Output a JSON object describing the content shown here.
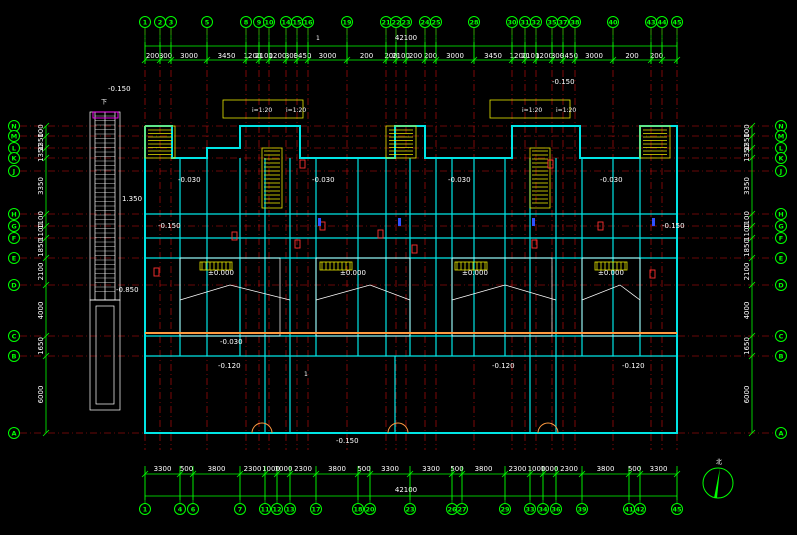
{
  "drawing": {
    "top_axes": [
      "1",
      "2",
      "3",
      "5",
      "8",
      "9",
      "10",
      "14",
      "15",
      "16",
      "19",
      "21",
      "22",
      "23",
      "24",
      "25",
      "28",
      "30",
      "31",
      "32",
      "35",
      "37",
      "38",
      "40",
      "43",
      "44",
      "45"
    ],
    "bottom_axes": [
      "1",
      "4",
      "6",
      "7",
      "11",
      "12",
      "13",
      "17",
      "18",
      "20",
      "23",
      "26",
      "27",
      "29",
      "33",
      "34",
      "36",
      "39",
      "41",
      "42",
      "45"
    ],
    "left_rows": [
      "N",
      "M",
      "L",
      "K",
      "J",
      "H",
      "G",
      "F",
      "E",
      "D",
      "C",
      "B",
      "A"
    ],
    "right_rows": [
      "N",
      "M",
      "L",
      "K",
      "J",
      "H",
      "G",
      "F",
      "E",
      "D",
      "C",
      "B",
      "A"
    ],
    "top_total": "42100",
    "bottom_total": "42100",
    "top_dims": [
      "200",
      "300",
      "3000",
      "3450",
      "1200",
      "2100",
      "1200",
      "300",
      "3450",
      "3000",
      "200",
      "200",
      "2100",
      "200",
      "200",
      "3000",
      "3450",
      "1200",
      "2100",
      "1200",
      "300",
      "3450",
      "3000",
      "200",
      "200"
    ],
    "bottom_dims": [
      "3300",
      "500",
      "3800",
      "2300",
      "1000",
      "1000",
      "2300",
      "3800",
      "500",
      "3300",
      "3300",
      "500",
      "3800",
      "2300",
      "1000",
      "1000",
      "2300",
      "3800",
      "500",
      "3300"
    ],
    "left_dims": [
      "100",
      "1350",
      "1350",
      "3350",
      "1100",
      "1100",
      "1850",
      "2100",
      "4000",
      "1650",
      "6000"
    ],
    "right_dims": [
      "100",
      "1350",
      "1350",
      "3350",
      "1100",
      "1100",
      "1850",
      "2100",
      "4000",
      "1650",
      "6000"
    ],
    "levels": {
      "stair_top": "-0.150",
      "stair_mid": "1.350",
      "stair_low": "-0.850",
      "right_top": "-0.150",
      "unit_left_upper": "-0.030",
      "unit_mid_upper": "-0.030",
      "unit_right_upper": "-0.030",
      "unit_far_upper": "-0.030",
      "left_mid": "-0.150",
      "right_mid": "-0.150",
      "hall_1": "±0.000",
      "hall_2": "±0.000",
      "hall_3": "±0.000",
      "hall_4": "±0.000",
      "balcony_left": "-0.030",
      "south_1": "-0.120",
      "south_2": "-0.120",
      "south_3": "-0.120",
      "entrance": "-0.150"
    },
    "stair_labels": [
      "i=1:20",
      "i=1:20",
      "i=1:20",
      "i=1:20"
    ],
    "up_label": "下",
    "north_label": "北",
    "section_mark": "1"
  }
}
